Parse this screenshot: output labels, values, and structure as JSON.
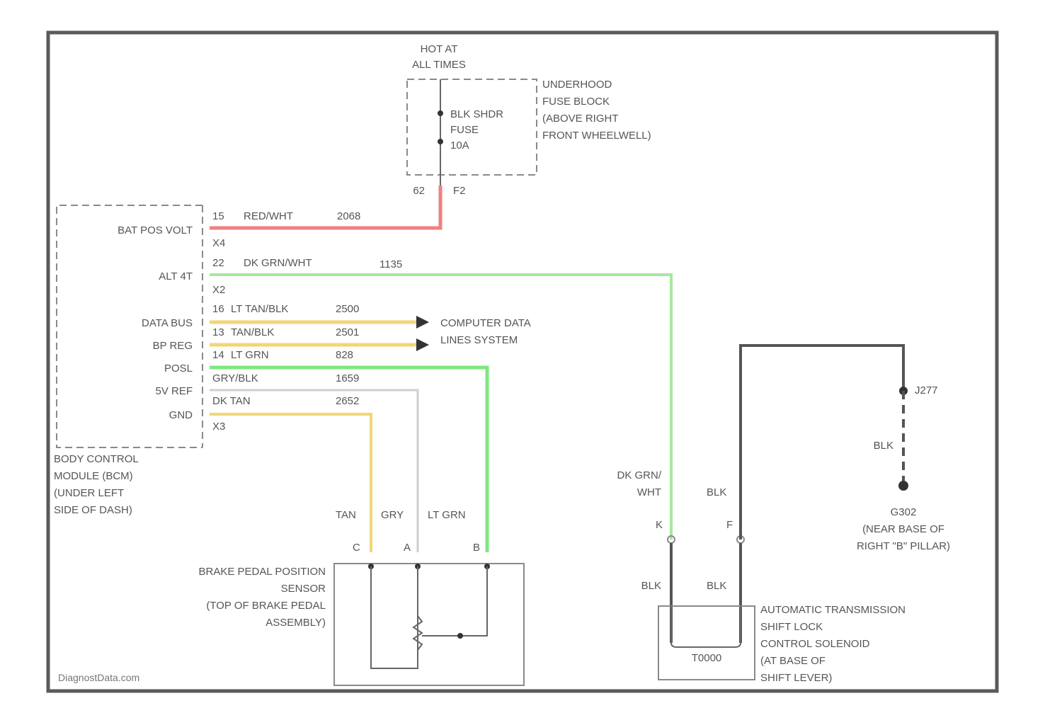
{
  "colors": {
    "red_wht": "#f08080",
    "dk_grn_wht": "#a8e6a0",
    "lt_grn": "#7ee87e",
    "yellow": "#f2d675",
    "gray_wire": "#cfcfcf",
    "black_wire": "#555555"
  },
  "fuse": {
    "power_label": [
      "HOT AT",
      "ALL TIMES"
    ],
    "name": [
      "BLK SHDR",
      "FUSE",
      "10A"
    ],
    "location": [
      "UNDERHOOD",
      "FUSE BLOCK",
      "(ABOVE RIGHT",
      "FRONT WHEELWELL)"
    ],
    "pin_left": "62",
    "pin_right": "F2"
  },
  "bcm": {
    "location": [
      "BODY CONTROL",
      "MODULE (BCM)",
      "(UNDER LEFT",
      "SIDE OF DASH)"
    ],
    "pins": [
      {
        "label": "BAT POS VOLT",
        "num": "15",
        "sub": "X4",
        "color": "RED/WHT",
        "circuit": "2068"
      },
      {
        "label": "ALT 4T",
        "num": "22",
        "sub": "X2",
        "color": "DK GRN/WHT",
        "circuit": "1135"
      },
      {
        "label": "DATA BUS",
        "num": "16",
        "sub": "",
        "color": "LT TAN/BLK",
        "circuit": "2500"
      },
      {
        "label": "BP REG",
        "num": "13",
        "sub": "",
        "color": "TAN/BLK",
        "circuit": "2501"
      },
      {
        "label": "POSL",
        "num": "14",
        "sub": "",
        "color": "LT GRN",
        "circuit": "828"
      },
      {
        "label": "5V REF",
        "num": "",
        "sub": "",
        "color": "GRY/BLK",
        "circuit": "1659"
      },
      {
        "label": "GND",
        "num": "",
        "sub": "X3",
        "color": "DK TAN",
        "circuit": "2652"
      }
    ],
    "data_lines": [
      "COMPUTER DATA",
      "LINES SYSTEM"
    ]
  },
  "sensor": {
    "name": [
      "BRAKE PEDAL POSITION",
      "SENSOR",
      "(TOP OF BRAKE PEDAL",
      "ASSEMBLY)"
    ],
    "wires": [
      "TAN",
      "GRY",
      "LT GRN"
    ],
    "pins": [
      "C",
      "A",
      "B"
    ]
  },
  "solenoid": {
    "name": [
      "AUTOMATIC TRANSMISSION",
      "SHIFT LOCK",
      "CONTROL SOLENOID",
      "(AT BASE OF",
      "SHIFT LEVER)"
    ],
    "inner_label": "T0000",
    "wire_top_left": [
      "DK GRN/",
      "WHT"
    ],
    "wire_top_right": "BLK",
    "pins": [
      "K",
      "F"
    ],
    "wire_bottom_left": "BLK",
    "wire_bottom_right": "BLK"
  },
  "ground": {
    "splice": "J277",
    "wire": "BLK",
    "name": [
      "G302",
      "(NEAR BASE OF",
      "RIGHT \"B\" PILLAR)"
    ]
  },
  "watermark": "DiagnostData.com"
}
